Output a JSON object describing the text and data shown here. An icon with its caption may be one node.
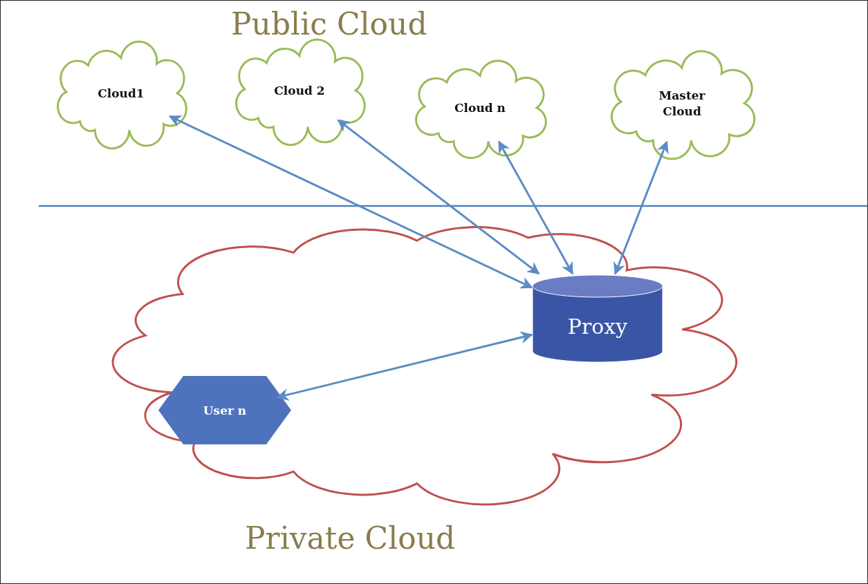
{
  "diagram": {
    "nodes": [
      {
        "text": [
          "Cloud1"
        ]
      },
      {
        "text": [
          "Cloud 2"
        ]
      },
      {
        "text": [
          "Cloud n"
        ]
      },
      {
        "text": [
          "Master Cloud"
        ]
      },
      {
        "text": [
          "Private Cloud"
        ]
      },
      {
        "text": [
          "Proxy"
        ],
        "in": 4
      },
      {
        "text": [
          "User n"
        ],
        "in": 4
      }
    ],
    "edges": [
      {
        "from": 0,
        "to": 5,
        "arrow": "both"
      },
      {
        "from": 1,
        "to": 5,
        "arrow": "both"
      },
      {
        "from": 2,
        "to": 5,
        "arrow": "both"
      },
      {
        "from": 3,
        "to": 5,
        "arrow": "both"
      },
      {
        "from": 6,
        "to": 5,
        "arrow": "both"
      }
    ],
    "labels": [
      "Public Cloud"
    ]
  }
}
